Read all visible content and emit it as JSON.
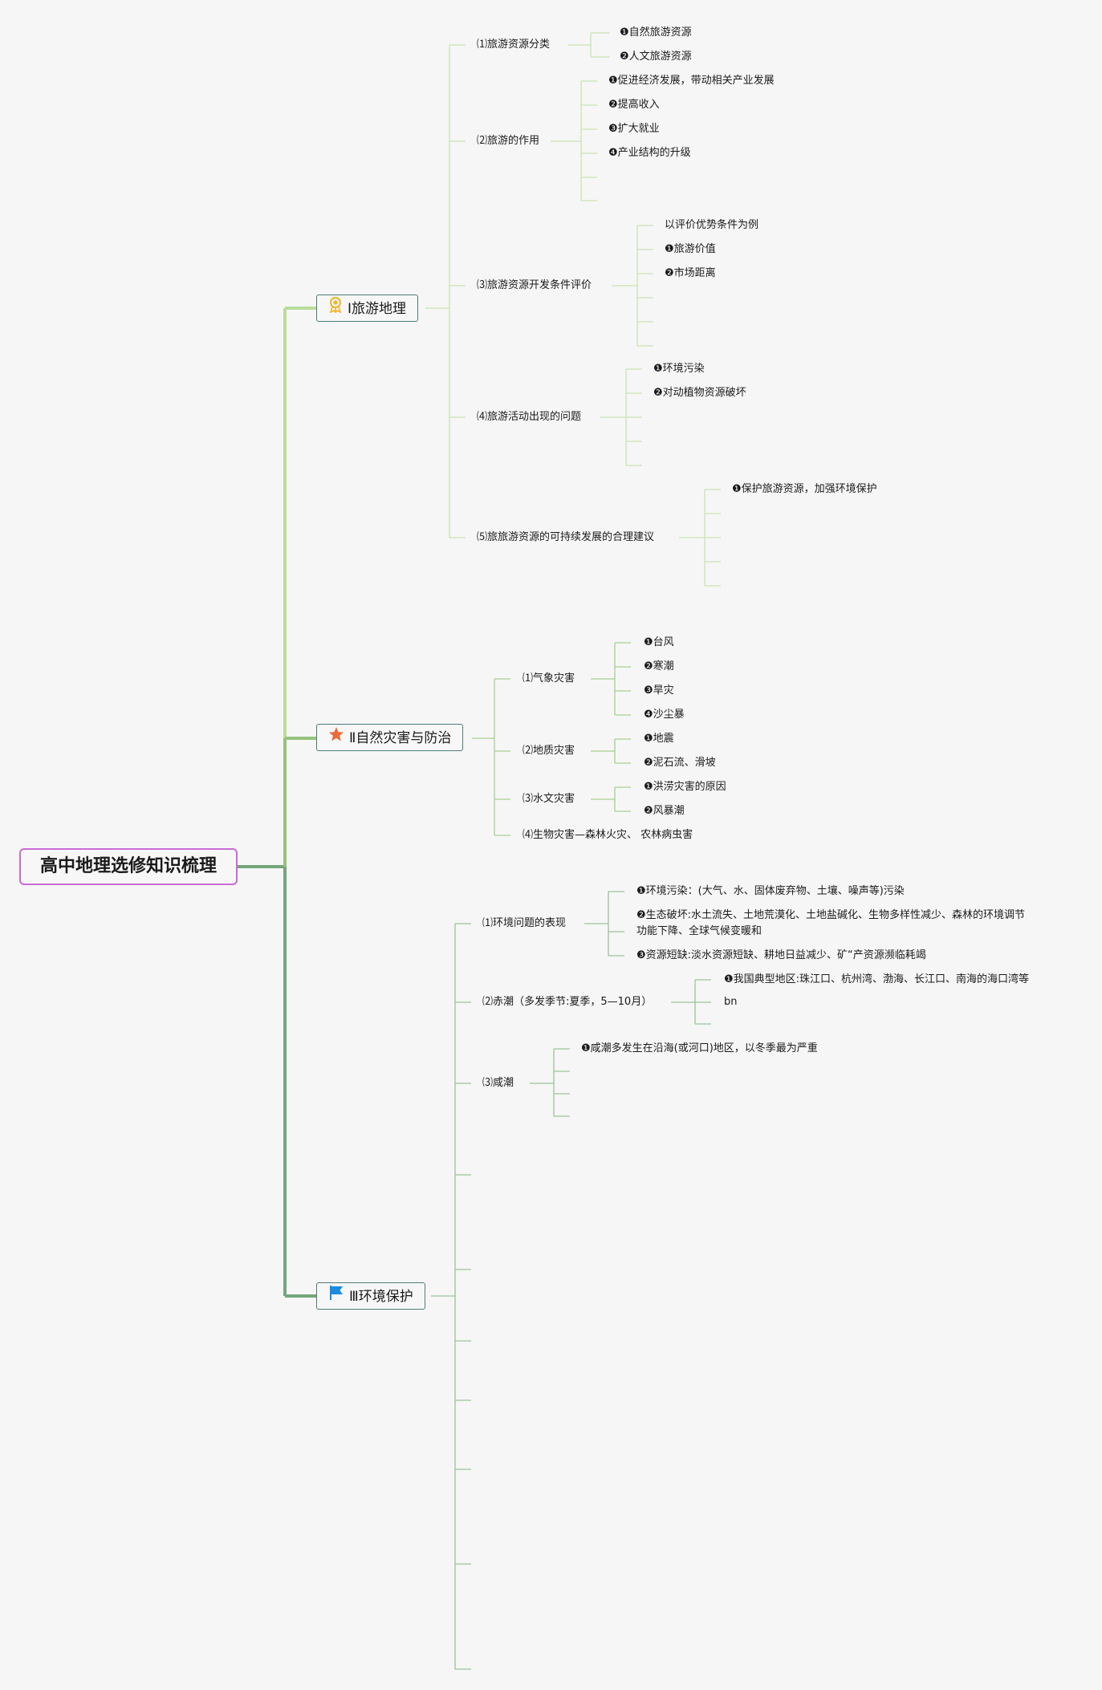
{
  "root": {
    "title": "高中地理选修知识梳理"
  },
  "colors": {
    "branch1": "#b9dd9c",
    "branch2": "#95c37c",
    "branch3": "#75a67a",
    "leaf1": "#c9e4b4",
    "leaf2": "#a8cf91",
    "leaf3": "#9cc29b",
    "root_border": "#c96bd4",
    "node_border": "#4b7d78"
  },
  "branches": [
    {
      "title": "Ⅰ旅游地理",
      "icon": "award-icon",
      "items": [
        {
          "label": "⑴旅游资源分类",
          "children": [
            "❶自然旅游资源",
            "❷人文旅游资源"
          ]
        },
        {
          "label": "⑵旅游的作用",
          "children": [
            "❶促进经济发展，带动相关产业发展",
            "❷提高收入",
            "❸扩大就业",
            "❹产业结构的升级"
          ]
        },
        {
          "label": "⑶旅游资源开发条件评价",
          "children": [
            "以评价优势条件为例",
            "❶旅游价值",
            "❷市场距离"
          ]
        },
        {
          "label": "⑷旅游活动出现的问题",
          "children": [
            "❶环境污染",
            "❷对动植物资源破坏"
          ]
        },
        {
          "label": "⑸旅旅游资源的可持续发展的合理建议",
          "children": [
            "❶保护旅游资源，加强环境保护"
          ]
        }
      ]
    },
    {
      "title": "Ⅱ自然灾害与防治",
      "icon": "star-icon",
      "items": [
        {
          "label": "⑴气象灾害",
          "children": [
            "❶台风",
            "❷寒潮",
            "❸旱灾",
            "❹沙尘暴"
          ]
        },
        {
          "label": "⑵地质灾害",
          "children": [
            "❶地震",
            "❷泥石流、滑坡"
          ]
        },
        {
          "label": "⑶水文灾害",
          "children": [
            "❶洪涝灾害的原因",
            "❷风暴潮"
          ]
        },
        {
          "label": "⑷生物灾害—森林火灾、 农林病虫害",
          "children": []
        }
      ]
    },
    {
      "title": "Ⅲ环境保护",
      "icon": "flag-icon",
      "items": [
        {
          "label": "⑴环境问题的表现",
          "children": [
            "❶环境污染：(大气、水、固体废弃物、土壤、噪声等)污染",
            "❷生态破坏:水土流失、土地荒漠化、土地盐碱化、生物多样性减少、森林的环境调节功能下降、全球气候变暖和",
            "❸资源短缺:淡水资源短缺、耕地日益减少、矿“产资源濒临耗竭"
          ]
        },
        {
          "label": "⑵赤潮（多发季节:夏季，5—10月）",
          "children": [
            "❶我国典型地区:珠江口、杭州湾、渤海、长江口、南海的海口湾等",
            "bn"
          ]
        },
        {
          "label": "⑶咸潮",
          "children": [
            "❶咸潮多发生在沿海(或河口)地区，以冬季最为严重"
          ]
        }
      ]
    }
  ]
}
